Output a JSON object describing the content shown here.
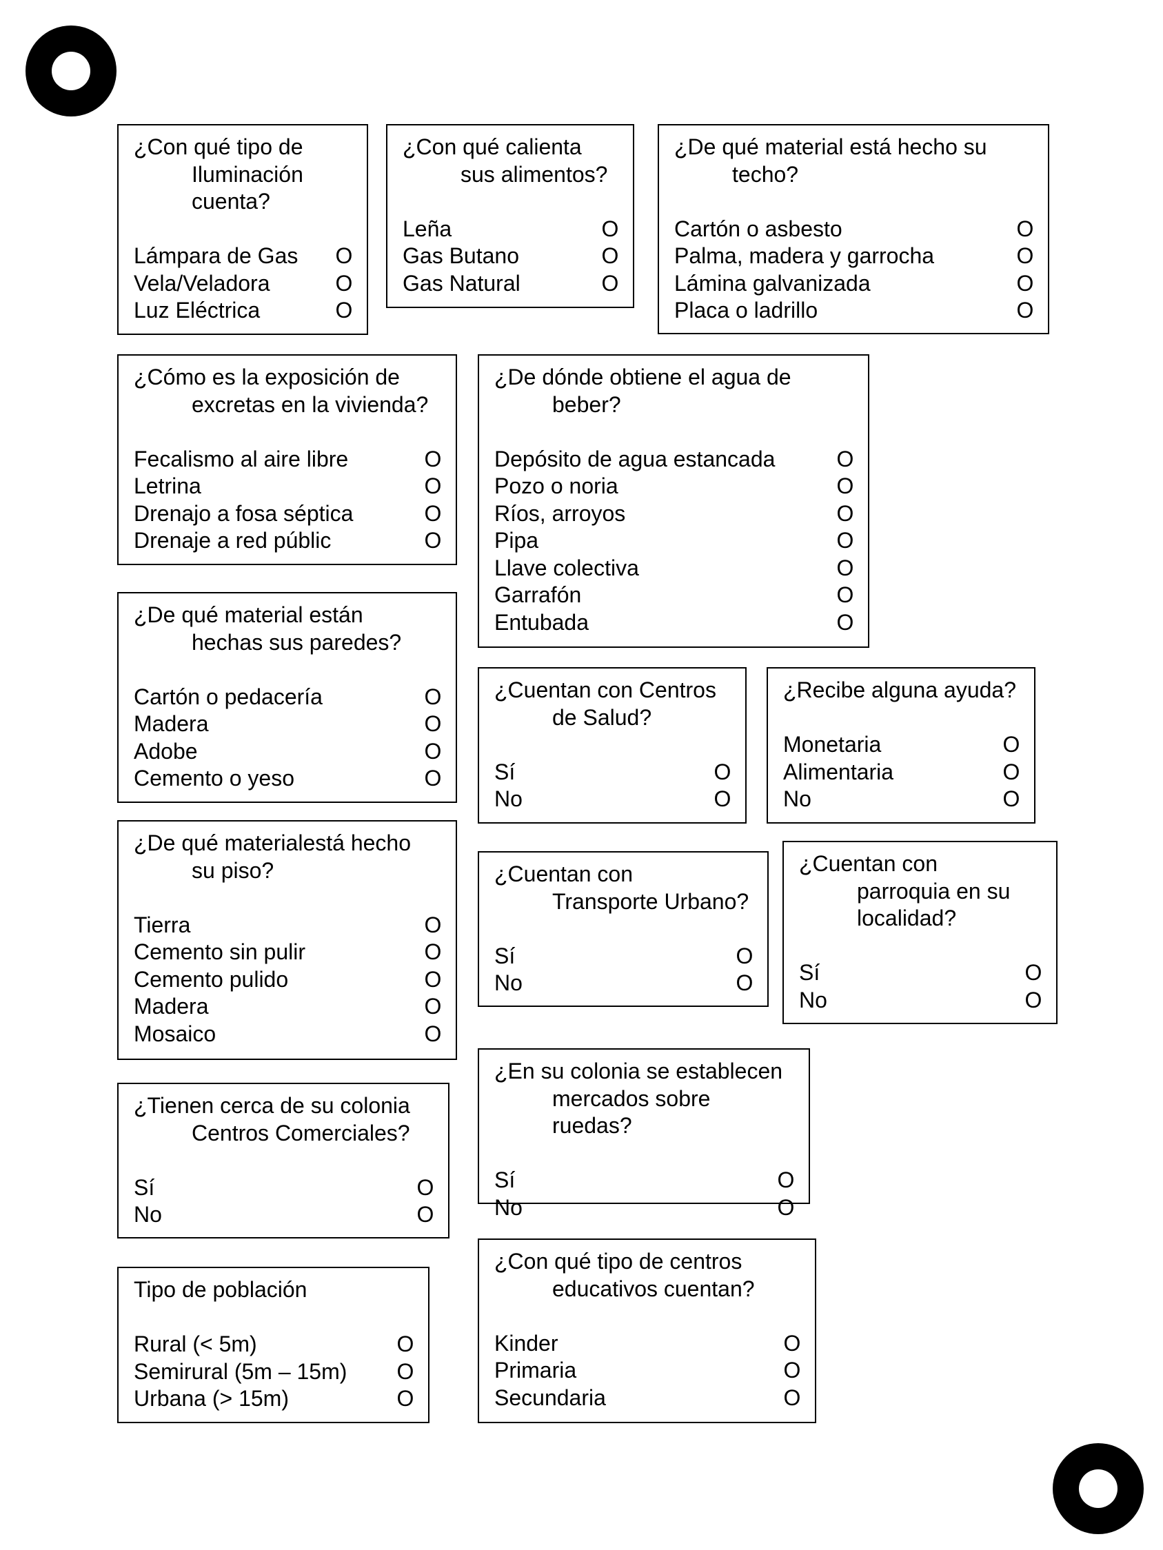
{
  "boxes": {
    "iluminacion": {
      "q": [
        "¿Con qué tipo de",
        "Iluminación",
        "cuenta?"
      ],
      "options": [
        "Lámpara de Gas",
        "Vela/Veladora",
        "Luz Eléctrica"
      ],
      "mark": "O"
    },
    "calienta": {
      "q": [
        "¿Con qué calienta",
        "sus alimentos?"
      ],
      "options": [
        "Leña",
        "Gas Butano",
        "Gas Natural"
      ],
      "mark": "O"
    },
    "techo": {
      "q": [
        "¿De qué material está hecho su",
        "techo?"
      ],
      "options": [
        "Cartón o asbesto",
        "Palma, madera y garrocha",
        "Lámina galvanizada",
        "Placa o ladrillo"
      ],
      "mark": "O"
    },
    "excretas": {
      "q": [
        "¿Cómo es la exposición de",
        "excretas en la vivienda?"
      ],
      "options": [
        "Fecalismo al aire libre",
        "Letrina",
        "Drenajo a fosa séptica",
        "Drenaje a red públic"
      ],
      "mark": "O"
    },
    "agua": {
      "q": [
        "¿De dónde obtiene el agua de",
        "beber?"
      ],
      "options": [
        "Depósito de agua estancada",
        "Pozo o noria",
        "Ríos, arroyos",
        "Pipa",
        "Llave colectiva",
        "Garrafón",
        "Entubada"
      ],
      "mark": "O"
    },
    "paredes": {
      "q": [
        "¿De qué material están",
        "hechas sus paredes?"
      ],
      "options": [
        "Cartón o pedacería",
        "Madera",
        "Adobe",
        "Cemento o yeso"
      ],
      "mark": "O"
    },
    "salud": {
      "q": [
        "¿Cuentan con Centros",
        "de Salud?"
      ],
      "options": [
        "Sí",
        "No"
      ],
      "mark": "O"
    },
    "ayuda": {
      "q": [
        "¿Recibe alguna ayuda?"
      ],
      "options": [
        "Monetaria",
        "Alimentaria",
        "No"
      ],
      "mark": "O"
    },
    "piso": {
      "q": [
        "¿De qué materialestá hecho",
        "su piso?"
      ],
      "options": [
        "Tierra",
        "Cemento sin pulir",
        "Cemento pulido",
        "Madera",
        "Mosaico"
      ],
      "mark": "O"
    },
    "transporte": {
      "q": [
        "¿Cuentan con",
        "Transporte Urbano?"
      ],
      "options": [
        "Sí",
        "No"
      ],
      "mark": "O"
    },
    "parroquia": {
      "q": [
        "¿Cuentan con",
        "parroquia en su",
        "localidad?"
      ],
      "options": [
        "Sí",
        "No"
      ],
      "mark": "O"
    },
    "comerciales": {
      "q": [
        "¿Tienen cerca de su colonia",
        "Centros Comerciales?"
      ],
      "options": [
        "Sí",
        "No"
      ],
      "mark": "O"
    },
    "mercados": {
      "q": [
        "¿En su colonia se establecen",
        "mercados sobre ruedas?"
      ],
      "options": [
        "Sí",
        "No"
      ],
      "mark": "O"
    },
    "poblacion": {
      "q": [
        "Tipo de población"
      ],
      "options": [
        "Rural (< 5m)",
        "Semirural (5m – 15m)",
        "Urbana (> 15m)"
      ],
      "mark": "O"
    },
    "educativos": {
      "q": [
        "¿Con qué tipo de centros",
        "educativos cuentan?"
      ],
      "options": [
        "Kinder",
        "Primaria",
        "Secundaria"
      ],
      "mark": "O"
    }
  }
}
